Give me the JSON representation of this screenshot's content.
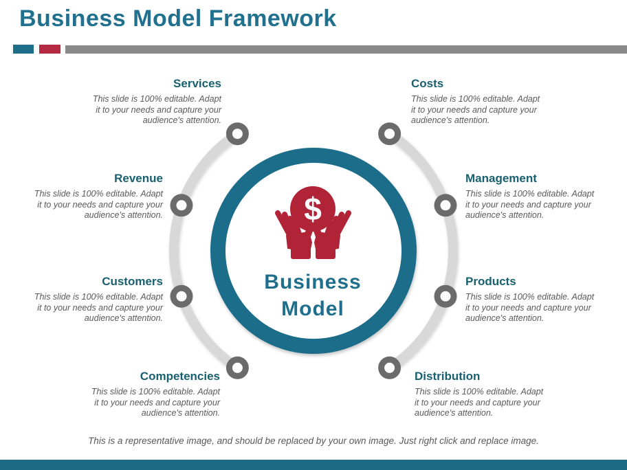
{
  "slide": {
    "title": "Business Model Framework",
    "center": {
      "icon": "hands-holding-dollar-icon",
      "currency_symbol": "$",
      "label_line1": "Business",
      "label_line2": "Model"
    },
    "items": [
      {
        "label": "Services"
      },
      {
        "label": "Costs"
      },
      {
        "label": "Revenue"
      },
      {
        "label": "Management"
      },
      {
        "label": "Customers"
      },
      {
        "label": "Products"
      },
      {
        "label": "Competencies"
      },
      {
        "label": "Distribution"
      }
    ],
    "description_lines": [
      "This slide is 100% editable. Adapt",
      "it to your needs and capture your",
      "audience's attention."
    ],
    "footer_note": "This is a representative image, and should be replaced by your own image. Just right click and replace image.",
    "colors": {
      "teal": "#1e6d89",
      "dark_teal_heading": "#18606f",
      "red": "#b12437",
      "ring_gray": "#d8d8d8",
      "node_gray": "#6b6b6b",
      "body_gray": "#58595b"
    }
  }
}
